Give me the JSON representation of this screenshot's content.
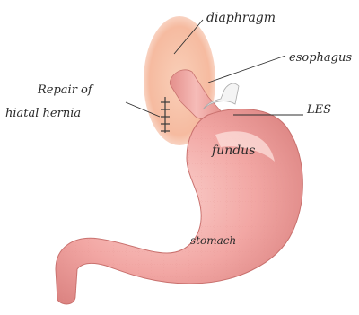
{
  "labels": {
    "diaphragm": "diaphragm",
    "esophagus": "esophagus",
    "repair_line1": "Repair of",
    "repair_line2": "hiatal hernia",
    "les": "LES",
    "fundus": "fundus",
    "stomach": "stomach"
  },
  "colors": {
    "stomach_fill": "#f2a7a4",
    "stomach_shadow": "#d9807e",
    "stomach_highlight": "#fbd3cf",
    "diaphragm_fill": "#f5b79b",
    "les_ring": "#f4f4f4",
    "suture": "#3a3a3a"
  }
}
